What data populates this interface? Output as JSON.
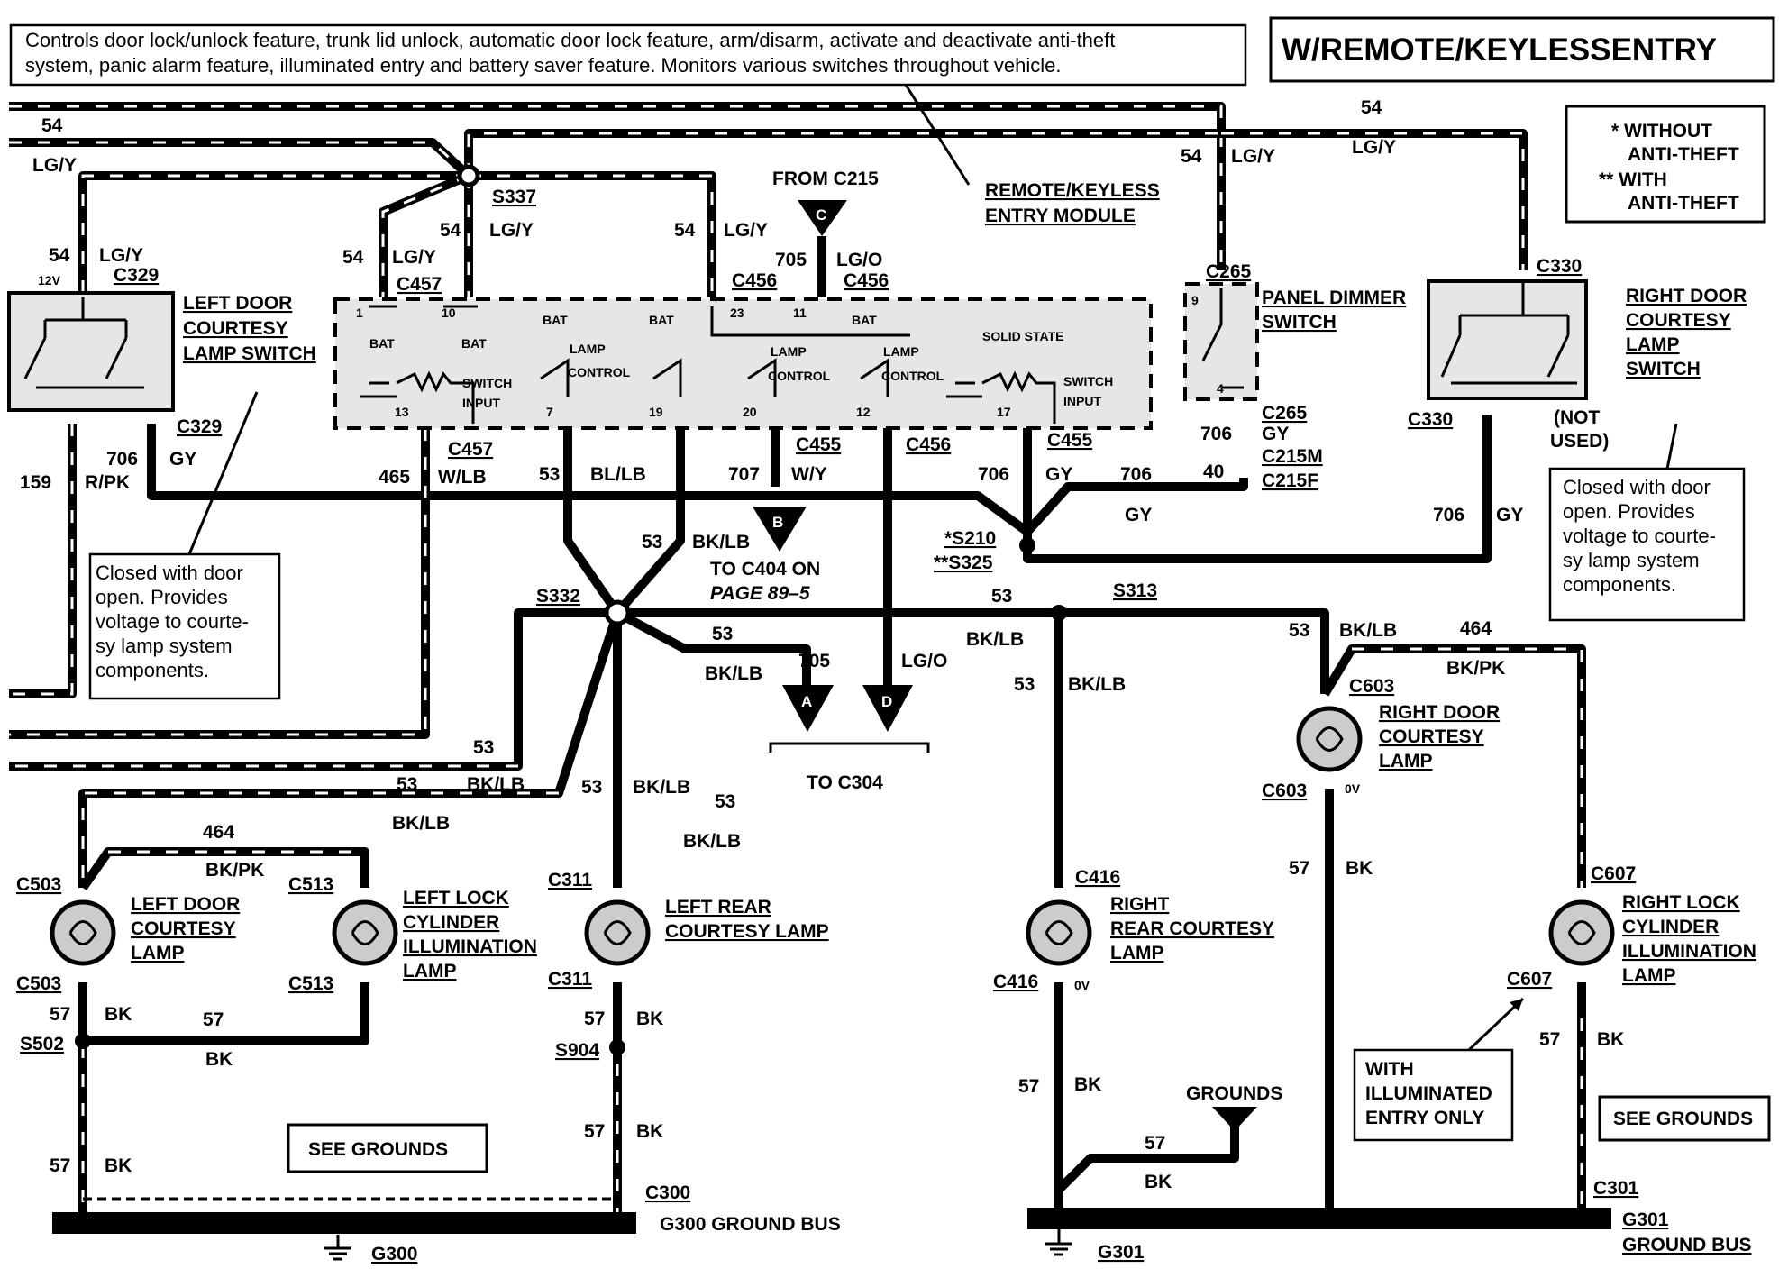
{
  "description": {
    "line1": "Controls door lock/unlock feature, trunk lid unlock, automatic door lock feature, arm/disarm, activate and deactivate anti-theft",
    "line2": "system, panic alarm feature, illuminated entry and battery saver feature.  Monitors various switches throughout vehicle."
  },
  "title": "W/REMOTE/KEYLESSENTRY",
  "legend": {
    "l1": "*  WITHOUT",
    "l2": "ANTI-THEFT",
    "l3": "**  WITH",
    "l4": "ANTI-THEFT"
  },
  "module": {
    "name1": "REMOTE/KEYLESS",
    "name2": "ENTRY MODULE",
    "bat": "BAT",
    "lamp": "LAMP",
    "control": "CONTROL",
    "switch": "SWITCH",
    "input": "INPUT",
    "solid_state": "SOLID STATE",
    "pins": {
      "p1": "1",
      "p10": "10",
      "p23": "23",
      "p11": "11",
      "p13": "13",
      "p7": "7",
      "p19": "19",
      "p20": "20",
      "p12": "12",
      "p17": "17"
    }
  },
  "components": {
    "left_door_switch": {
      "l1": "LEFT DOOR",
      "l2": "COURTESY",
      "l3": "LAMP SWITCH",
      "volt": "12V"
    },
    "panel_dimmer": {
      "l1": "PANEL DIMMER",
      "l2": "SWITCH",
      "p9": "9",
      "p4": "4"
    },
    "right_door_switch": {
      "l1": "RIGHT DOOR",
      "l2": "COURTESY",
      "l3": "LAMP",
      "l4": "SWITCH",
      "not_used1": "(NOT",
      "not_used2": "USED)"
    },
    "left_door_lamp": {
      "l1": "LEFT DOOR",
      "l2": "COURTESY",
      "l3": "LAMP"
    },
    "left_lock_lamp": {
      "l1": "LEFT LOCK",
      "l2": "CYLINDER",
      "l3": "ILLUMINATION",
      "l4": "LAMP"
    },
    "left_rear_lamp": {
      "l1": "LEFT REAR",
      "l2": "COURTESY LAMP"
    },
    "right_rear_lamp": {
      "l1": "RIGHT",
      "l2": "REAR COURTESY",
      "l3": "LAMP",
      "volt": "0V"
    },
    "right_door_lamp": {
      "l1": "RIGHT DOOR",
      "l2": "COURTESY",
      "l3": "LAMP",
      "volt": "0V"
    },
    "right_lock_lamp": {
      "l1": "RIGHT LOCK",
      "l2": "CYLINDER",
      "l3": "ILLUMINATION",
      "l4": "LAMP"
    }
  },
  "connectors": {
    "c329": "C329",
    "c457": "C457",
    "s337": "S337",
    "c456": "C456",
    "c455": "C455",
    "c265": "C265",
    "c215m": "C215M",
    "c215f": "C215F",
    "c330": "C330",
    "s210": "*S210",
    "s325": "**S325",
    "s332": "S332",
    "s313": "S313",
    "c603": "C603",
    "c503": "C503",
    "c513": "C513",
    "c311": "C311",
    "c416": "C416",
    "c607": "C607",
    "s502": "S502",
    "s904": "S904",
    "c300": "C300",
    "c301": "C301",
    "g300": "G300",
    "g301": "G301",
    "from_c215": "FROM C215"
  },
  "wires": {
    "w54": "54",
    "lgy": "LG/Y",
    "w705": "705",
    "lgo": "LG/O",
    "w159": "159",
    "rpk": "R/PK",
    "w706": "706",
    "gy": "GY",
    "w465": "465",
    "wlb": "W/LB",
    "w53": "53",
    "bllb": "BL/LB",
    "w707": "707",
    "wy": "W/Y",
    "bklb": "BK/LB",
    "w40": "40",
    "w464": "464",
    "bkpk": "BK/PK",
    "w57": "57",
    "bk": "BK"
  },
  "arrows": {
    "a": "A",
    "b": "B",
    "c": "C",
    "d": "D"
  },
  "refs": {
    "to_c404": "TO C404 ON",
    "page": "PAGE 89–5",
    "to_c304": "TO C304",
    "grounds": "GROUNDS"
  },
  "notes": {
    "left": {
      "l1": "Closed with door",
      "l2": "open.  Provides",
      "l3": "voltage to courte-",
      "l4": "sy lamp system",
      "l5": "components."
    },
    "right": {
      "l1": "Closed with door",
      "l2": "open.  Provides",
      "l3": "voltage to courte-",
      "l4": "sy lamp system",
      "l5": "components."
    },
    "illum": {
      "l1": "WITH",
      "l2": "ILLUMINATED",
      "l3": "ENTRY ONLY"
    },
    "see_grounds": "SEE GROUNDS"
  },
  "ground_bus": {
    "g300": "G300 GROUND BUS",
    "g301a": "G301",
    "g301b": "GROUND BUS"
  }
}
